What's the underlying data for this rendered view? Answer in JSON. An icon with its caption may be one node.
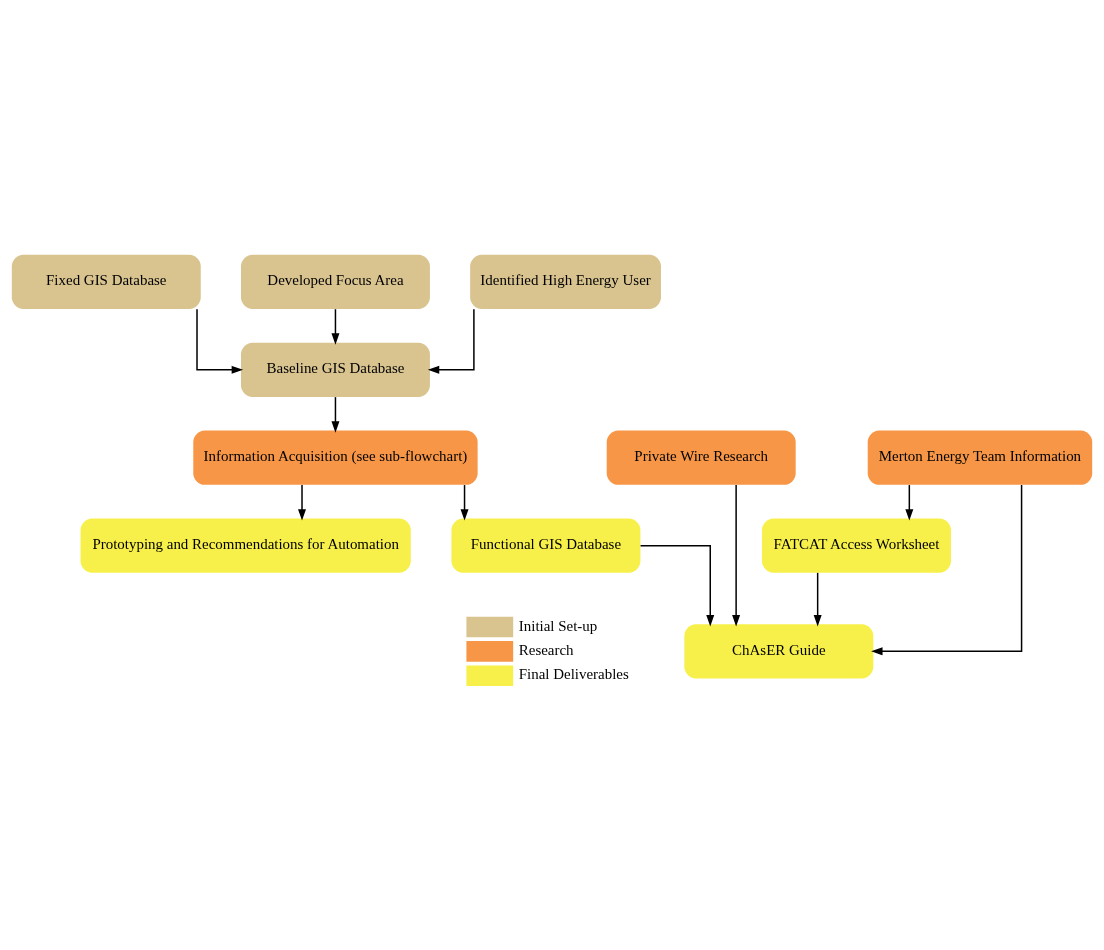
{
  "diagram": {
    "nodes": [
      {
        "text": [
          "Fixed GIS Database"
        ]
      },
      {
        "text": [
          "Developed Focus Area"
        ]
      },
      {
        "text": [
          "Identified High Energy User"
        ]
      },
      {
        "text": [
          "Baseline GIS Database"
        ]
      },
      {
        "text": [
          "Information Acquisition (see sub-flowchart)"
        ]
      },
      {
        "text": [
          "Prototyping and Recommendations for Automation"
        ]
      },
      {
        "text": [
          "Functional GIS Database"
        ]
      },
      {
        "text": [
          "Private Wire Research"
        ]
      },
      {
        "text": [
          "Merton Energy Team Information"
        ]
      },
      {
        "text": [
          "FATCAT Access Worksheet"
        ]
      },
      {
        "text": [
          "ChAsER Guide"
        ]
      }
    ],
    "edges": [
      {
        "from": 0,
        "to": 3,
        "arrow": "to"
      },
      {
        "from": 1,
        "to": 3,
        "arrow": "to"
      },
      {
        "from": 2,
        "to": 3,
        "arrow": "to"
      },
      {
        "from": 3,
        "to": 4,
        "arrow": "to"
      },
      {
        "from": 4,
        "to": 5,
        "arrow": "to"
      },
      {
        "from": 4,
        "to": 6,
        "arrow": "to"
      },
      {
        "from": 6,
        "to": 10,
        "arrow": "to"
      },
      {
        "from": 7,
        "to": 10,
        "arrow": "to"
      },
      {
        "from": 8,
        "to": 10,
        "arrow": "to"
      },
      {
        "from": 8,
        "to": 9,
        "arrow": "to"
      },
      {
        "from": 9,
        "to": 10,
        "arrow": "to"
      }
    ],
    "legend": [
      {
        "text": "Initial Set-up",
        "color": "#d9c48f"
      },
      {
        "text": "Research",
        "color": "#f79646"
      },
      {
        "text": "Final Deliverables",
        "color": "#f7f04a"
      }
    ]
  }
}
